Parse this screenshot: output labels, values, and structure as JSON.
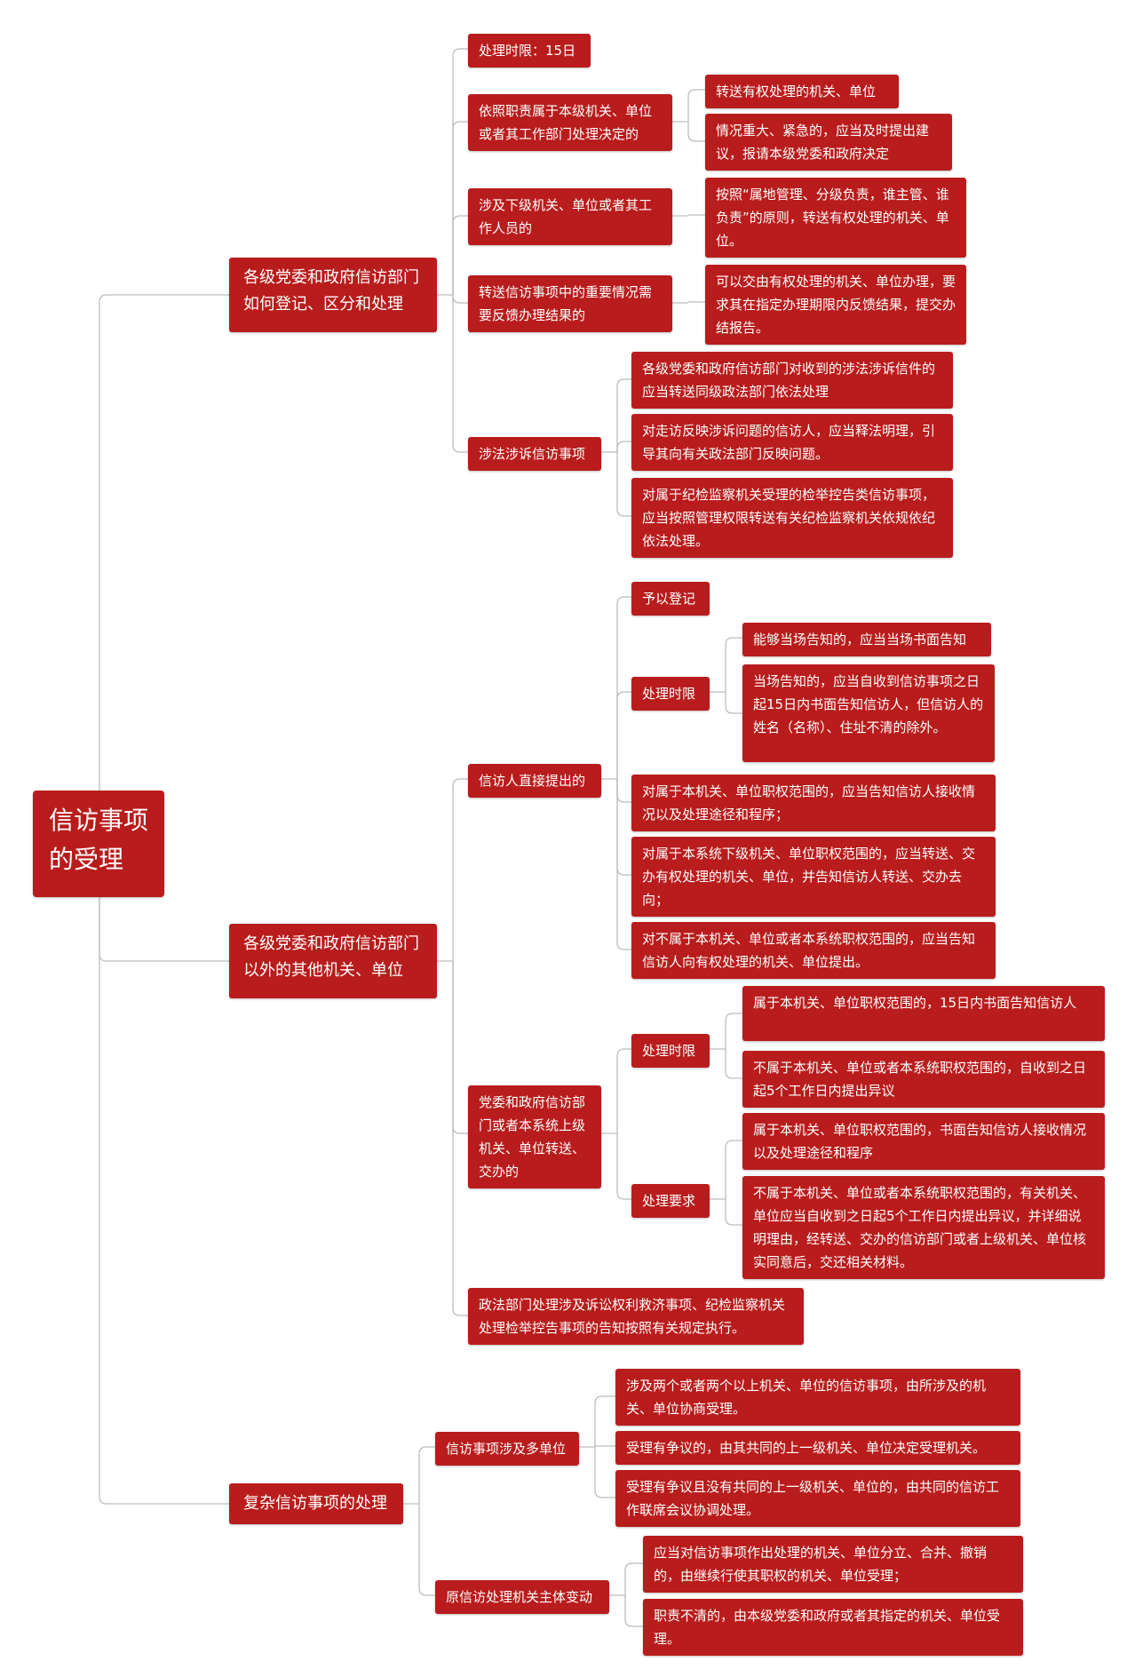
{
  "root": {
    "id": "root",
    "text": "信访事项的受理",
    "children": [
      {
        "id": "b1",
        "text": "各级党委和政府信访部门如何登记、区分和处理",
        "children": [
          {
            "id": "b1a",
            "text": "处理时限：15日"
          },
          {
            "id": "b1b",
            "text": "依照职责属于本级机关、单位或者其工作部门处理决定的",
            "children": [
              {
                "id": "b1b1",
                "text": "转送有权处理的机关、单位"
              },
              {
                "id": "b1b2",
                "text": "情况重大、紧急的，应当及时提出建议，报请本级党委和政府决定"
              }
            ]
          },
          {
            "id": "b1c",
            "text": "涉及下级机关、单位或者其工作人员的",
            "children": [
              {
                "id": "b1c1",
                "text": "按照“属地管理、分级负责，谁主管、谁负责”的原则，转送有权处理的机关、单位。"
              }
            ]
          },
          {
            "id": "b1d",
            "text": "转送信访事项中的重要情况需要反馈办理结果的",
            "children": [
              {
                "id": "b1d1",
                "text": "可以交由有权处理的机关、单位办理，要求其在指定办理期限内反馈结果，提交办结报告。"
              }
            ]
          },
          {
            "id": "b1e",
            "text": "涉法涉诉信访事项",
            "children": [
              {
                "id": "b1e1",
                "text": "各级党委和政府信访部门对收到的涉法涉诉信件的应当转送同级政法部门依法处理"
              },
              {
                "id": "b1e2",
                "text": "对走访反映涉诉问题的信访人，应当释法明理，引导其向有关政法部门反映问题。"
              },
              {
                "id": "b1e3",
                "text": "对属于纪检监察机关受理的检举控告类信访事项，应当按照管理权限转送有关纪检监察机关依规依纪依法处理。"
              }
            ]
          }
        ]
      },
      {
        "id": "b2",
        "text": "各级党委和政府信访部门以外的其他机关、单位",
        "children": [
          {
            "id": "b2a",
            "text": "信访人直接提出的",
            "children": [
              {
                "id": "b2a1",
                "text": "予以登记"
              },
              {
                "id": "b2a2",
                "text": "处理时限",
                "children": [
                  {
                    "id": "b2a2a",
                    "text": "能够当场告知的，应当当场书面告知"
                  },
                  {
                    "id": "b2a2b",
                    "text": "当场告知的，应当自收到信访事项之日起15日内书面告知信访人，但信访人的姓名（名称）、住址不清的除外。"
                  }
                ]
              },
              {
                "id": "b2a3",
                "text": "对属于本机关、单位职权范围的，应当告知信访人接收情况以及处理途径和程序；"
              },
              {
                "id": "b2a4",
                "text": "对属于本系统下级机关、单位职权范围的，应当转送、交办有权处理的机关、单位，并告知信访人转送、交办去向；"
              },
              {
                "id": "b2a5",
                "text": "对不属于本机关、单位或者本系统职权范围的，应当告知信访人向有权处理的机关、单位提出。"
              }
            ]
          },
          {
            "id": "b2b",
            "text": "党委和政府信访部门或者本系统上级机关、单位转送、交办的",
            "children": [
              {
                "id": "b2b1",
                "text": "处理时限",
                "children": [
                  {
                    "id": "b2b1a",
                    "text": "属于本机关、单位职权范围的，15日内书面告知信访人"
                  },
                  {
                    "id": "b2b1b",
                    "text": "不属于本机关、单位或者本系统职权范围的，自收到之日起5个工作日内提出异议"
                  }
                ]
              },
              {
                "id": "b2b2",
                "text": "处理要求",
                "children": [
                  {
                    "id": "b2b2a",
                    "text": "属于本机关、单位职权范围的，书面告知信访人接收情况以及处理途径和程序"
                  },
                  {
                    "id": "b2b2b",
                    "text": "不属于本机关、单位或者本系统职权范围的，有关机关、单位应当自收到之日起5个工作日内提出异议，并详细说明理由，经转送、交办的信访部门或者上级机关、单位核实同意后，交还相关材料。"
                  }
                ]
              }
            ]
          },
          {
            "id": "b2c",
            "text": "政法部门处理涉及诉讼权利救济事项、纪检监察机关处理检举控告事项的告知按照有关规定执行。"
          }
        ]
      },
      {
        "id": "b3",
        "text": "复杂信访事项的处理",
        "children": [
          {
            "id": "b3a",
            "text": "信访事项涉及多单位",
            "children": [
              {
                "id": "b3a1",
                "text": "涉及两个或者两个以上机关、单位的信访事项，由所涉及的机关、单位协商受理。"
              },
              {
                "id": "b3a2",
                "text": "受理有争议的，由其共同的上一级机关、单位决定受理机关。"
              },
              {
                "id": "b3a3",
                "text": "受理有争议且没有共同的上一级机关、单位的，由共同的信访工作联席会议协调处理。"
              }
            ]
          },
          {
            "id": "b3b",
            "text": "原信访处理机关主体变动",
            "children": [
              {
                "id": "b3b1",
                "text": "应当对信访事项作出处理的机关、单位分立、合并、撤销的，由继续行使其职权的机关、单位受理；"
              },
              {
                "id": "b3b2",
                "text": "职责不清的，由本级党委和政府或者其指定的机关、单位受理。"
              }
            ]
          }
        ]
      }
    ]
  },
  "colors": {
    "node_fill": "#b91c1c",
    "node_text": "#ffffff",
    "connector": "#bdbdbd",
    "background": "#ffffff"
  }
}
